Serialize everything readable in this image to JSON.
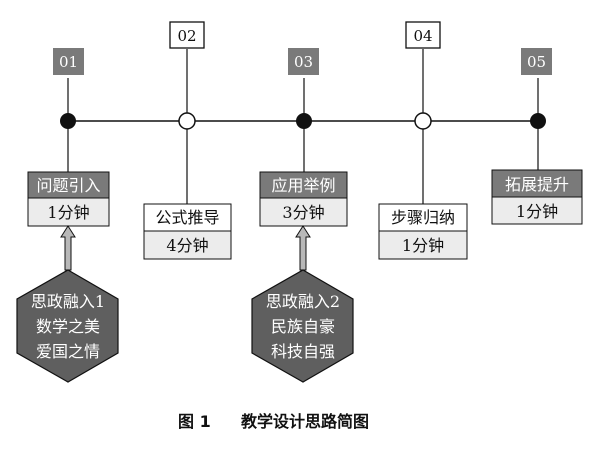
{
  "steps": [
    {
      "num": "01",
      "title": "问题引入",
      "time": "1分钟"
    },
    {
      "num": "02",
      "title": "公式推导",
      "time": "4分钟"
    },
    {
      "num": "03",
      "title": "应用举例",
      "time": "3分钟"
    },
    {
      "num": "04",
      "title": "步骤归纳",
      "time": "1分钟"
    },
    {
      "num": "05",
      "title": "拓展提升",
      "time": "1分钟"
    }
  ],
  "hexagons": [
    {
      "lines": [
        "思政融入1",
        "数学之美",
        "爱国之情"
      ]
    },
    {
      "lines": [
        "思政融入2",
        "民族自豪",
        "科技自强"
      ]
    }
  ],
  "caption": {
    "label": "图 1",
    "text": "教学设计思路简图"
  },
  "colors": {
    "dark_box": "#7a7a7a",
    "light_box": "#ececec",
    "hexagon": "#5f5f5f",
    "arrow": "#b8b8b8",
    "line": "#111111"
  }
}
